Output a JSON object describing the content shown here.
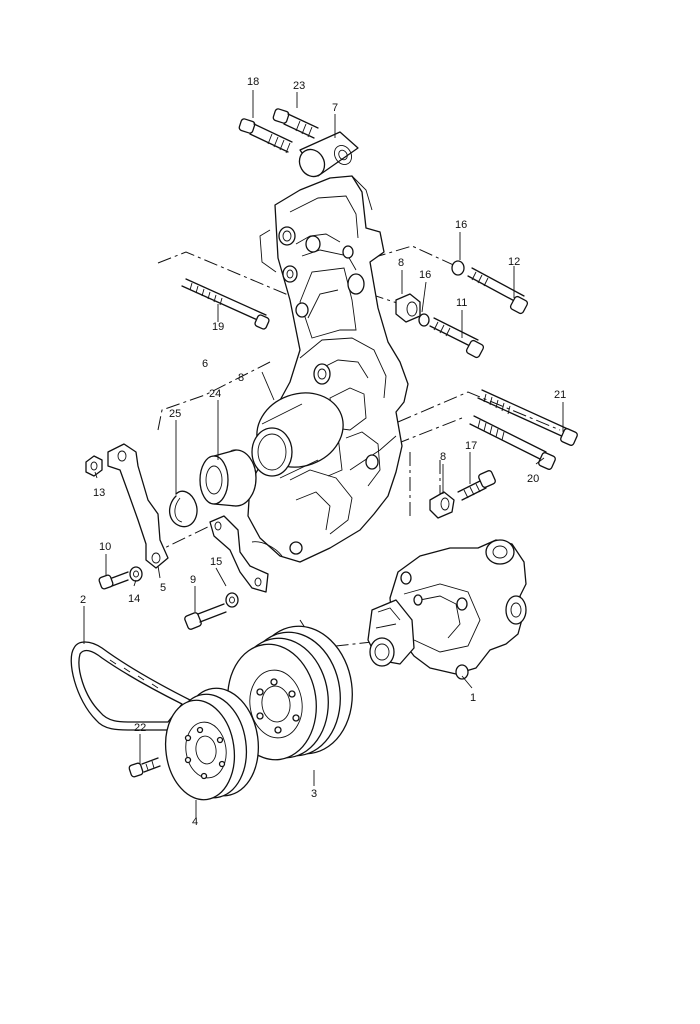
{
  "callouts": [
    {
      "id": "c18",
      "text": "18"
    },
    {
      "id": "c23",
      "text": "23"
    },
    {
      "id": "c7",
      "text": "7"
    },
    {
      "id": "c16a",
      "text": "16"
    },
    {
      "id": "c8a",
      "text": "8"
    },
    {
      "id": "c12",
      "text": "12"
    },
    {
      "id": "c16b",
      "text": "16"
    },
    {
      "id": "c11",
      "text": "11"
    },
    {
      "id": "c19",
      "text": "19"
    },
    {
      "id": "c6",
      "text": "6"
    },
    {
      "id": "c8b",
      "text": "8"
    },
    {
      "id": "c24",
      "text": "24"
    },
    {
      "id": "c25",
      "text": "25"
    },
    {
      "id": "c21",
      "text": "21"
    },
    {
      "id": "c17",
      "text": "17"
    },
    {
      "id": "c8c",
      "text": "8"
    },
    {
      "id": "c20",
      "text": "20"
    },
    {
      "id": "c13",
      "text": "13"
    },
    {
      "id": "c10",
      "text": "10"
    },
    {
      "id": "c15",
      "text": "15"
    },
    {
      "id": "c14",
      "text": "14"
    },
    {
      "id": "c5",
      "text": "5"
    },
    {
      "id": "c9",
      "text": "9"
    },
    {
      "id": "c2",
      "text": "2"
    },
    {
      "id": "c1",
      "text": "1"
    },
    {
      "id": "c22",
      "text": "22"
    },
    {
      "id": "c3",
      "text": "3"
    },
    {
      "id": "c4",
      "text": "4"
    }
  ]
}
